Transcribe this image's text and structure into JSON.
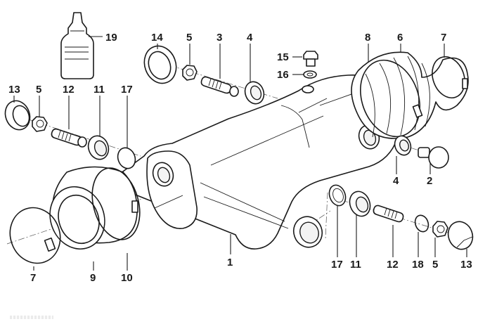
{
  "diagram": {
    "title": "Swing arm assembly exploded view",
    "background_color": "#ffffff",
    "line_color": "#1a1a1a",
    "callouts": [
      {
        "id": "c19a",
        "label": "19",
        "part": "lubricant-bottle"
      },
      {
        "id": "c14",
        "label": "14",
        "part": "seal-ring-upper"
      },
      {
        "id": "c5a",
        "label": "5",
        "part": "lock-nut-upper"
      },
      {
        "id": "c3",
        "label": "3",
        "part": "bearing-pin-upper"
      },
      {
        "id": "c4a",
        "label": "4",
        "part": "bearing-upper"
      },
      {
        "id": "c15",
        "label": "15",
        "part": "oil-plug-screw"
      },
      {
        "id": "c16",
        "label": "16",
        "part": "sealing-washer"
      },
      {
        "id": "c8",
        "label": "8",
        "part": "hose-clamp-large"
      },
      {
        "id": "c6",
        "label": "6",
        "part": "rubber-boot-rear"
      },
      {
        "id": "c7a",
        "label": "7",
        "part": "hose-clamp-rear"
      },
      {
        "id": "c13a",
        "label": "13",
        "part": "cap-left"
      },
      {
        "id": "c5b",
        "label": "5",
        "part": "lock-nut-left"
      },
      {
        "id": "c12a",
        "label": "12",
        "part": "bearing-pin-left"
      },
      {
        "id": "c11a",
        "label": "11",
        "part": "tapered-bearing-left"
      },
      {
        "id": "c17a",
        "label": "17",
        "part": "seal-left"
      },
      {
        "id": "c4b",
        "label": "4",
        "part": "bearing-right"
      },
      {
        "id": "c2",
        "label": "2",
        "part": "fixed-bearing-pin"
      },
      {
        "id": "c1",
        "label": "1",
        "part": "swing-arm"
      },
      {
        "id": "c7b",
        "label": "7",
        "part": "hose-clamp-front"
      },
      {
        "id": "c9",
        "label": "9",
        "part": "rubber-boot-front"
      },
      {
        "id": "c10",
        "label": "10",
        "part": "hose-clamp-medium"
      },
      {
        "id": "c17b",
        "label": "17",
        "part": "seal-right"
      },
      {
        "id": "c11b",
        "label": "11",
        "part": "tapered-bearing-right"
      },
      {
        "id": "c12b",
        "label": "12",
        "part": "bearing-pin-right"
      },
      {
        "id": "c18",
        "label": "18",
        "part": "washer"
      },
      {
        "id": "c5c",
        "label": "5",
        "part": "lock-nut-right"
      },
      {
        "id": "c13b",
        "label": "13",
        "part": "cap-right"
      }
    ]
  }
}
